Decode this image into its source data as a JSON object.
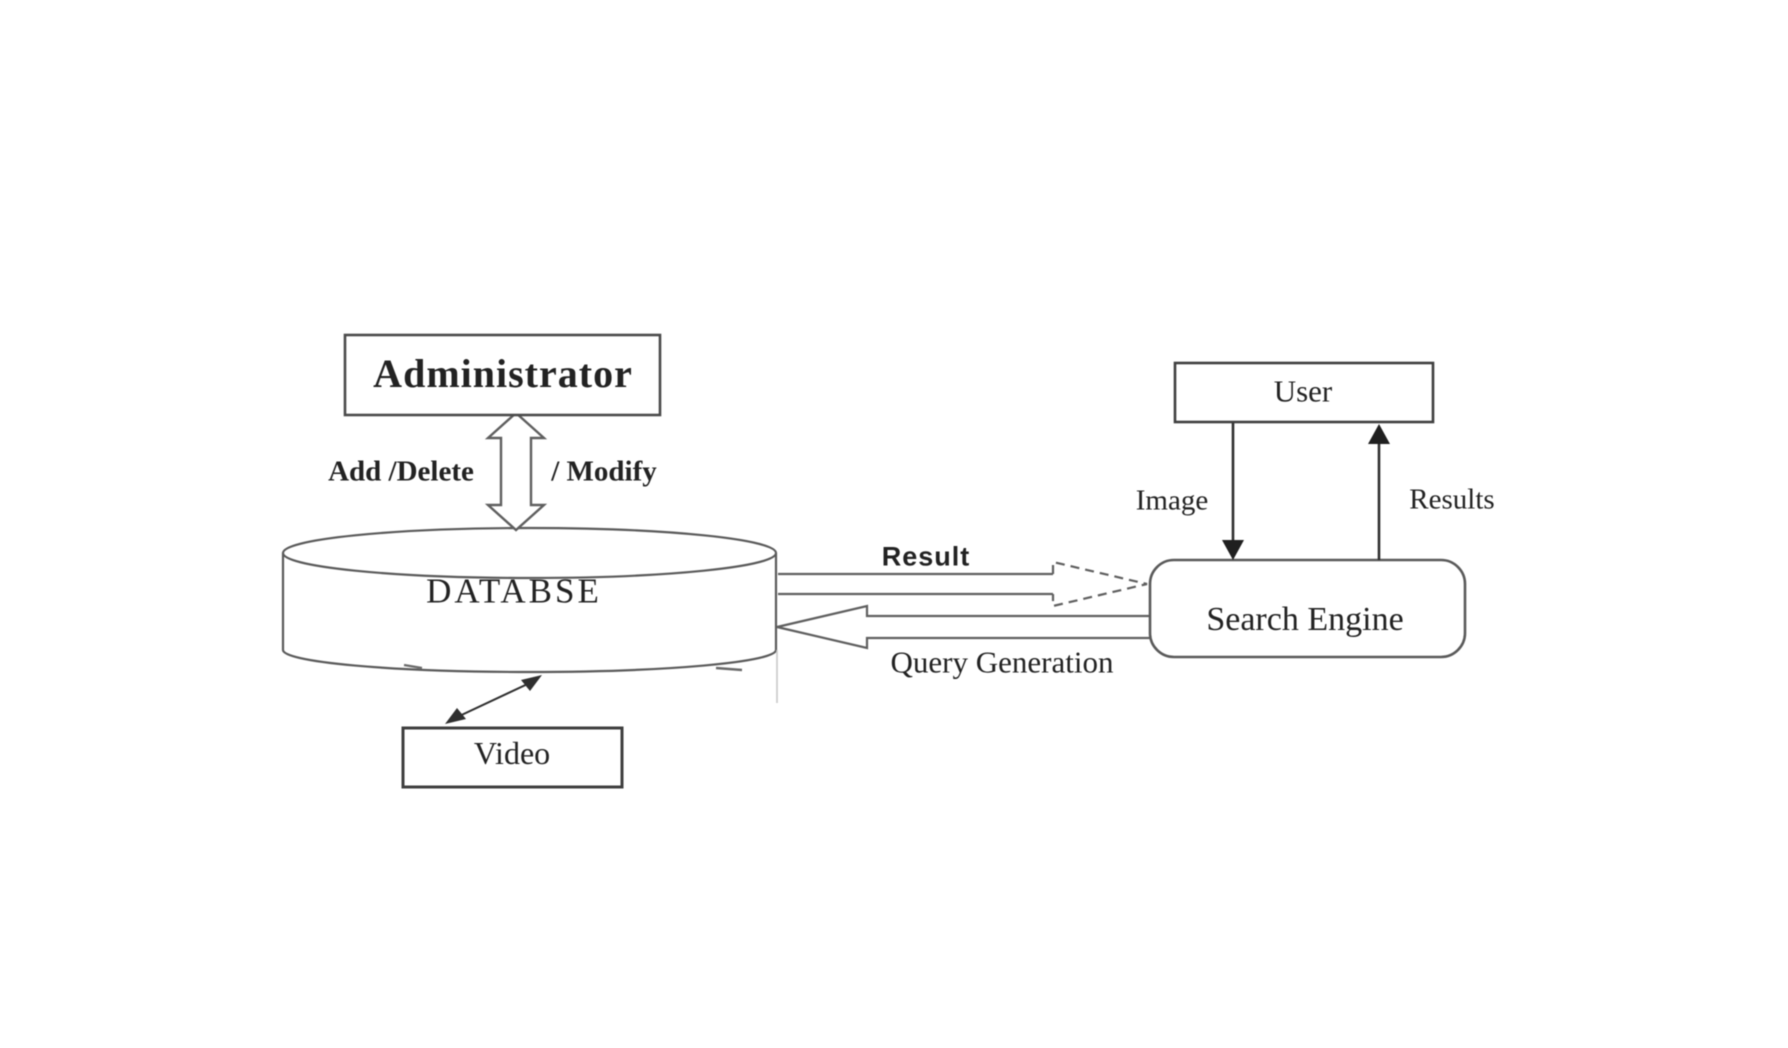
{
  "diagram": {
    "background_color": "#ffffff",
    "stroke_color": "#555555",
    "text_color": "#222222",
    "nodes": {
      "administrator": {
        "label": "Administrator",
        "shape": "rectangle"
      },
      "database": {
        "label": "DATABSE",
        "shape": "cylinder"
      },
      "video": {
        "label": "Video",
        "shape": "rectangle"
      },
      "user": {
        "label": "User",
        "shape": "rectangle"
      },
      "search_engine": {
        "label": "Search Engine",
        "shape": "rounded-rectangle"
      }
    },
    "edges": {
      "admin_database": {
        "type": "hollow-double-arrow-vertical",
        "label_left": "Add /Delete",
        "label_right": "/ Modify"
      },
      "database_search_result": {
        "type": "hollow-block-arrow-right",
        "label": "Result"
      },
      "search_database_query": {
        "type": "hollow-block-arrow-left",
        "label": "Query Generation"
      },
      "database_video": {
        "type": "double-headed-line-arrow"
      },
      "user_search_image": {
        "type": "line-arrow-down",
        "label": "Image"
      },
      "search_user_results": {
        "type": "line-arrow-up",
        "label": "Results"
      }
    }
  }
}
